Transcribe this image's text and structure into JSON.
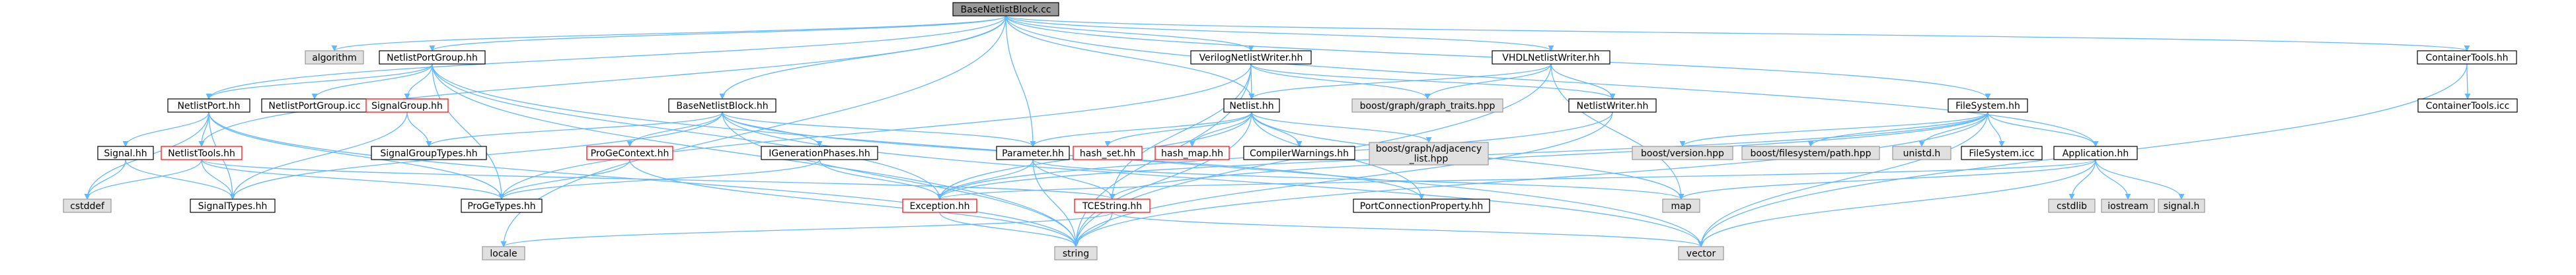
{
  "colors": {
    "node_fill": "#ffffff",
    "node_border": "#000000",
    "root_fill": "#999999",
    "system_fill": "#e0e0e0",
    "system_border": "#999999",
    "missing_border": "#ff0000",
    "edge": "#63b8ff"
  },
  "nodes": [
    {
      "id": "root",
      "label": "BaseNetlistBlock.cc",
      "style": "root"
    },
    {
      "id": "algorithm",
      "label": "algorithm",
      "style": "system"
    },
    {
      "id": "NetlistPortGroup_hh",
      "label": "NetlistPortGroup.hh",
      "style": "normal"
    },
    {
      "id": "VerilogNetlistWriter_hh",
      "label": "VerilogNetlistWriter.hh",
      "style": "normal"
    },
    {
      "id": "VHDLNetlistWriter_hh",
      "label": "VHDLNetlistWriter.hh",
      "style": "normal"
    },
    {
      "id": "ContainerTools_hh",
      "label": "ContainerTools.hh",
      "style": "normal"
    },
    {
      "id": "NetlistPort_hh",
      "label": "NetlistPort.hh",
      "style": "normal"
    },
    {
      "id": "NetlistPortGroup_icc",
      "label": "NetlistPortGroup.icc",
      "style": "normal"
    },
    {
      "id": "SignalGroup_hh",
      "label": "SignalGroup.hh",
      "style": "missing"
    },
    {
      "id": "BaseNetlistBlock_hh",
      "label": "BaseNetlistBlock.hh",
      "style": "normal"
    },
    {
      "id": "Netlist_hh",
      "label": "Netlist.hh",
      "style": "normal"
    },
    {
      "id": "boost_graph_traits",
      "label": "boost/graph/graph_traits.hpp",
      "style": "system"
    },
    {
      "id": "NetlistWriter_hh",
      "label": "NetlistWriter.hh",
      "style": "normal"
    },
    {
      "id": "FileSystem_hh",
      "label": "FileSystem.hh",
      "style": "normal"
    },
    {
      "id": "ContainerTools_icc",
      "label": "ContainerTools.icc",
      "style": "normal"
    },
    {
      "id": "Signal_hh",
      "label": "Signal.hh",
      "style": "normal"
    },
    {
      "id": "NetlistTools_hh",
      "label": "NetlistTools.hh",
      "style": "missing"
    },
    {
      "id": "SignalGroupTypes_hh",
      "label": "SignalGroupTypes.hh",
      "style": "normal"
    },
    {
      "id": "ProGeContext_hh",
      "label": "ProGeContext.hh",
      "style": "missing"
    },
    {
      "id": "IGenerationPhases_hh",
      "label": "IGenerationPhases.hh",
      "style": "normal"
    },
    {
      "id": "Parameter_hh",
      "label": "Parameter.hh",
      "style": "normal"
    },
    {
      "id": "hash_set_hh",
      "label": "hash_set.hh",
      "style": "missing"
    },
    {
      "id": "hash_map_hh",
      "label": "hash_map.hh",
      "style": "missing"
    },
    {
      "id": "CompilerWarnings_hh",
      "label": "CompilerWarnings.hh",
      "style": "normal"
    },
    {
      "id": "boost_adjacency_list",
      "label": "boost/graph/adjacency\n_list.hpp",
      "style": "system"
    },
    {
      "id": "boost_version",
      "label": "boost/version.hpp",
      "style": "system"
    },
    {
      "id": "boost_filesystem_path",
      "label": "boost/filesystem/path.hpp",
      "style": "system"
    },
    {
      "id": "unistd_h",
      "label": "unistd.h",
      "style": "system"
    },
    {
      "id": "FileSystem_icc",
      "label": "FileSystem.icc",
      "style": "normal"
    },
    {
      "id": "Application_hh",
      "label": "Application.hh",
      "style": "normal"
    },
    {
      "id": "cstddef",
      "label": "cstddef",
      "style": "system"
    },
    {
      "id": "SignalTypes_hh",
      "label": "SignalTypes.hh",
      "style": "normal"
    },
    {
      "id": "ProGeTypes_hh",
      "label": "ProGeTypes.hh",
      "style": "normal"
    },
    {
      "id": "Exception_hh",
      "label": "Exception.hh",
      "style": "missing"
    },
    {
      "id": "TCEString_hh",
      "label": "TCEString.hh",
      "style": "missing"
    },
    {
      "id": "map",
      "label": "map",
      "style": "system"
    },
    {
      "id": "PortConnectionProperty_hh",
      "label": "PortConnectionProperty.hh",
      "style": "normal"
    },
    {
      "id": "cstdlib",
      "label": "cstdlib",
      "style": "system"
    },
    {
      "id": "iostream",
      "label": "iostream",
      "style": "system"
    },
    {
      "id": "signal_h",
      "label": "signal.h",
      "style": "system"
    },
    {
      "id": "locale",
      "label": "locale",
      "style": "system"
    },
    {
      "id": "string",
      "label": "string",
      "style": "system"
    },
    {
      "id": "vector",
      "label": "vector",
      "style": "system"
    }
  ],
  "edges": [
    [
      "root",
      "algorithm"
    ],
    [
      "root",
      "NetlistPortGroup_hh"
    ],
    [
      "root",
      "VerilogNetlistWriter_hh"
    ],
    [
      "root",
      "VHDLNetlistWriter_hh"
    ],
    [
      "root",
      "ContainerTools_hh"
    ],
    [
      "root",
      "BaseNetlistBlock_hh"
    ],
    [
      "root",
      "NetlistPort_hh"
    ],
    [
      "root",
      "NetlistTools_hh"
    ],
    [
      "root",
      "Netlist_hh"
    ],
    [
      "root",
      "Parameter_hh"
    ],
    [
      "root",
      "FileSystem_hh"
    ],
    [
      "root",
      "Application_hh"
    ],
    [
      "root",
      "locale"
    ],
    [
      "NetlistPortGroup_hh",
      "NetlistPort_hh"
    ],
    [
      "NetlistPortGroup_hh",
      "NetlistPortGroup_icc"
    ],
    [
      "NetlistPortGroup_hh",
      "SignalGroup_hh"
    ],
    [
      "NetlistPortGroup_hh",
      "ProGeTypes_hh"
    ],
    [
      "NetlistPortGroup_hh",
      "Exception_hh"
    ],
    [
      "NetlistPortGroup_hh",
      "string"
    ],
    [
      "NetlistPortGroup_hh",
      "vector"
    ],
    [
      "NetlistPort_hh",
      "Signal_hh"
    ],
    [
      "NetlistPort_hh",
      "NetlistTools_hh"
    ],
    [
      "NetlistPort_hh",
      "SignalTypes_hh"
    ],
    [
      "NetlistPort_hh",
      "ProGeTypes_hh"
    ],
    [
      "NetlistPort_hh",
      "string"
    ],
    [
      "NetlistPort_hh",
      "cstddef"
    ],
    [
      "Signal_hh",
      "SignalTypes_hh"
    ],
    [
      "Signal_hh",
      "cstddef"
    ],
    [
      "NetlistTools_hh",
      "cstddef"
    ],
    [
      "NetlistTools_hh",
      "SignalTypes_hh"
    ],
    [
      "NetlistTools_hh",
      "ProGeTypes_hh"
    ],
    [
      "NetlistTools_hh",
      "TCEString_hh"
    ],
    [
      "SignalGroup_hh",
      "SignalGroupTypes_hh"
    ],
    [
      "SignalGroup_hh",
      "SignalTypes_hh"
    ],
    [
      "VerilogNetlistWriter_hh",
      "Netlist_hh"
    ],
    [
      "VerilogNetlistWriter_hh",
      "boost_graph_traits"
    ],
    [
      "VerilogNetlistWriter_hh",
      "NetlistWriter_hh"
    ],
    [
      "VerilogNetlistWriter_hh",
      "ProGeTypes_hh"
    ],
    [
      "VerilogNetlistWriter_hh",
      "TCEString_hh"
    ],
    [
      "VerilogNetlistWriter_hh",
      "string"
    ],
    [
      "VHDLNetlistWriter_hh",
      "Netlist_hh"
    ],
    [
      "VHDLNetlistWriter_hh",
      "boost_graph_traits"
    ],
    [
      "VHDLNetlistWriter_hh",
      "NetlistWriter_hh"
    ],
    [
      "VHDLNetlistWriter_hh",
      "map"
    ],
    [
      "VHDLNetlistWriter_hh",
      "string"
    ],
    [
      "ContainerTools_hh",
      "ContainerTools_icc"
    ],
    [
      "ContainerTools_hh",
      "vector"
    ],
    [
      "BaseNetlistBlock_hh",
      "SignalGroupTypes_hh"
    ],
    [
      "BaseNetlistBlock_hh",
      "ProGeContext_hh"
    ],
    [
      "BaseNetlistBlock_hh",
      "IGenerationPhases_hh"
    ],
    [
      "BaseNetlistBlock_hh",
      "Parameter_hh"
    ],
    [
      "BaseNetlistBlock_hh",
      "SignalTypes_hh"
    ],
    [
      "BaseNetlistBlock_hh",
      "string"
    ],
    [
      "BaseNetlistBlock_hh",
      "vector"
    ],
    [
      "BaseNetlistBlock_hh",
      "PortConnectionProperty_hh"
    ],
    [
      "ProGeContext_hh",
      "ProGeTypes_hh"
    ],
    [
      "ProGeContext_hh",
      "string"
    ],
    [
      "IGenerationPhases_hh",
      "ProGeTypes_hh"
    ],
    [
      "IGenerationPhases_hh",
      "Exception_hh"
    ],
    [
      "Netlist_hh",
      "hash_set_hh"
    ],
    [
      "Netlist_hh",
      "hash_map_hh"
    ],
    [
      "Netlist_hh",
      "CompilerWarnings_hh"
    ],
    [
      "Netlist_hh",
      "boost_adjacency_list"
    ],
    [
      "Netlist_hh",
      "Parameter_hh"
    ],
    [
      "Netlist_hh",
      "Exception_hh"
    ],
    [
      "Netlist_hh",
      "PortConnectionProperty_hh"
    ],
    [
      "Netlist_hh",
      "map"
    ],
    [
      "Netlist_hh",
      "string"
    ],
    [
      "Parameter_hh",
      "Exception_hh"
    ],
    [
      "Parameter_hh",
      "TCEString_hh"
    ],
    [
      "Parameter_hh",
      "string"
    ],
    [
      "Parameter_hh",
      "map"
    ],
    [
      "NetlistWriter_hh",
      "Exception_hh"
    ],
    [
      "NetlistWriter_hh",
      "string"
    ],
    [
      "FileSystem_hh",
      "boost_version"
    ],
    [
      "FileSystem_hh",
      "boost_filesystem_path"
    ],
    [
      "FileSystem_hh",
      "unistd_h"
    ],
    [
      "FileSystem_hh",
      "FileSystem_icc"
    ],
    [
      "FileSystem_hh",
      "Application_hh"
    ],
    [
      "FileSystem_hh",
      "Exception_hh"
    ],
    [
      "FileSystem_hh",
      "TCEString_hh"
    ],
    [
      "FileSystem_hh",
      "string"
    ],
    [
      "FileSystem_hh",
      "vector"
    ],
    [
      "Application_hh",
      "cstdlib"
    ],
    [
      "Application_hh",
      "iostream"
    ],
    [
      "Application_hh",
      "signal_h"
    ],
    [
      "Application_hh",
      "map"
    ],
    [
      "Application_hh",
      "vector"
    ],
    [
      "Application_hh",
      "Exception_hh"
    ],
    [
      "Exception_hh",
      "string"
    ],
    [
      "TCEString_hh",
      "locale"
    ],
    [
      "TCEString_hh",
      "string"
    ],
    [
      "TCEString_hh",
      "vector"
    ]
  ]
}
